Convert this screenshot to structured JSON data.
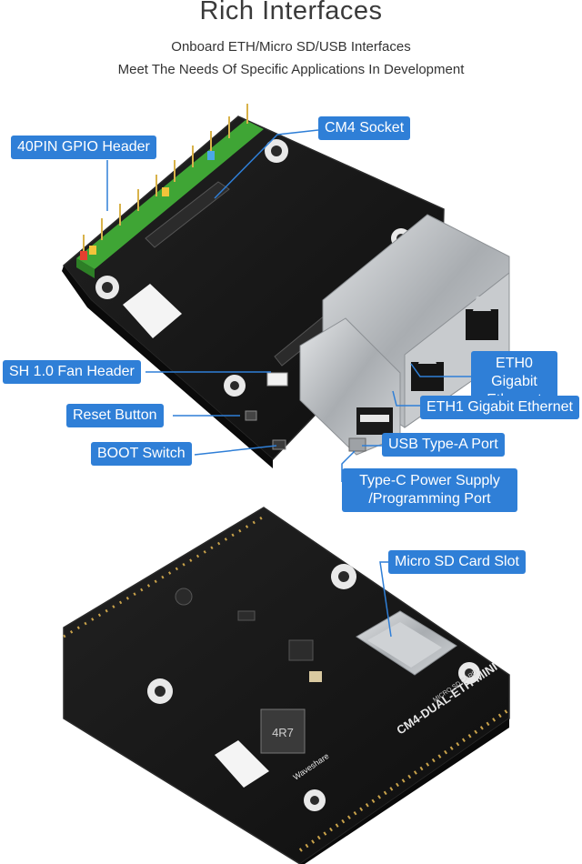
{
  "header": {
    "title": "Rich Interfaces",
    "subtitle_line1": "Onboard ETH/Micro SD/USB Interfaces",
    "subtitle_line2": "Meet The Needs Of Specific Applications In Development"
  },
  "callouts": {
    "gpio": "40PIN GPIO Header",
    "cm4": "CM4 Socket",
    "fan": "SH 1.0 Fan Header",
    "eth0": "ETH0 Gigabit Ethernet",
    "reset": "Reset Button",
    "eth1": "ETH1 Gigabit Ethernet",
    "boot": "BOOT Switch",
    "usb": "USB Type-A Port",
    "typec": "Type-C Power Supply /Programming Port",
    "sd": "Micro SD Card Slot"
  },
  "board_silkscreen": {
    "model": "CM4-DUAL-ETH-MINI",
    "brand": "Waveshare",
    "inductor": "4R7",
    "sd_label": "MICRO SD CARD"
  },
  "colors": {
    "callout_bg": "#2f7fd7",
    "pcb": "#161616",
    "header_pins_green": "#3fa535",
    "metal": "#b9bcbf"
  }
}
